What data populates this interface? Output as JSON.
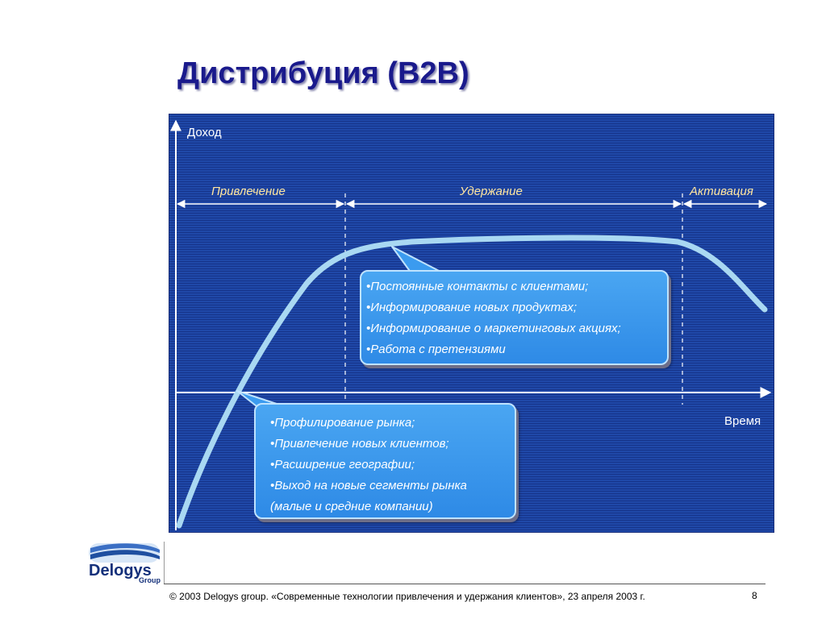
{
  "title": "Дистрибуция (B2B)",
  "axes": {
    "y_label": "Доход",
    "x_label": "Время"
  },
  "phases": [
    {
      "id": "attraction",
      "label": "Привлечение"
    },
    {
      "id": "retention",
      "label": "Удержание"
    },
    {
      "id": "activation",
      "label": "Активация"
    }
  ],
  "callouts": {
    "retention": {
      "lines": [
        "•Постоянные контакты с клиентами;",
        "•Информирование новых продуктах;",
        "•Информирование о маркетинговых акциях;",
        "•Работа с претензиями"
      ]
    },
    "attraction": {
      "lines": [
        "•Профилирование рынка;",
        "•Привлечение новых клиентов;",
        "•Расширение географии;",
        "•Выход на новые сегменты рынка",
        "(малые и средние компании)"
      ]
    }
  },
  "colors": {
    "background": "#1f48a8",
    "curve": "#a9d8f2",
    "callout": "#3b9bef",
    "phase_text": "#ffe6a0",
    "title": "#1a1a8c"
  },
  "logo": {
    "name": "Delogys",
    "sub": "Group"
  },
  "footer": {
    "text": "© 2003 Delogys group. «Современные технологии привлечения и удержания клиентов», 23 апреля 2003 г.",
    "page": "8"
  }
}
